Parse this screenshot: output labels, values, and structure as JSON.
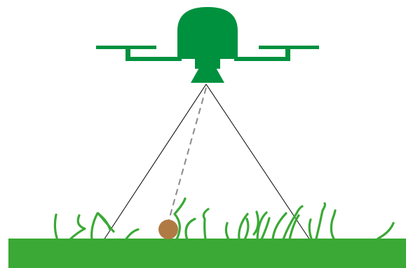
{
  "colors": {
    "drone": "#00913f",
    "ground": "#3aa935",
    "grass": "#3aa935",
    "ball": "#b07a45",
    "field_of_view_lines": "#000000",
    "line_of_sight": "#8a8a8a",
    "background": "#ffffff"
  },
  "elements": {
    "drone": "drone-icon",
    "ball": "ball",
    "grass": "grass-blades",
    "ground": "ground-strip"
  }
}
